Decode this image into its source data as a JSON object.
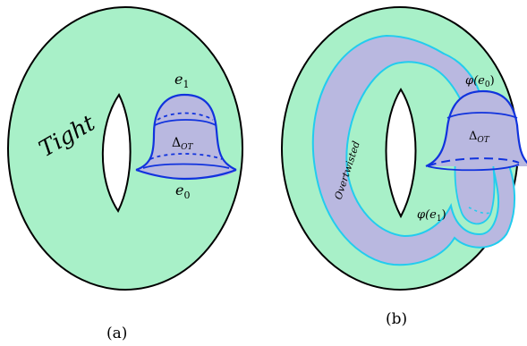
{
  "panel_a": {
    "region_label": "Tight",
    "top_curve_label": "e",
    "top_curve_sub": "1",
    "disk_label": "Δ",
    "disk_sub": "OT",
    "bottom_curve_label": "e",
    "bottom_curve_sub": "0",
    "caption": "(a)"
  },
  "panel_b": {
    "band_label": "Overtwisted",
    "phi_e0": "φ(e",
    "phi_e0_sub": "0",
    "phi_e1": "φ(e",
    "phi_e1_sub": "1",
    "close_paren": ")",
    "disk_label": "Δ",
    "disk_sub": "OT",
    "caption": "(b)"
  },
  "colors": {
    "torus_fill": "#a8f0c8",
    "band_fill": "#b9b8e0",
    "band_edge": "#22ccee",
    "disk_edge": "#1133dd",
    "disk_fill": "#b9b8e0",
    "outline": "#000000"
  }
}
